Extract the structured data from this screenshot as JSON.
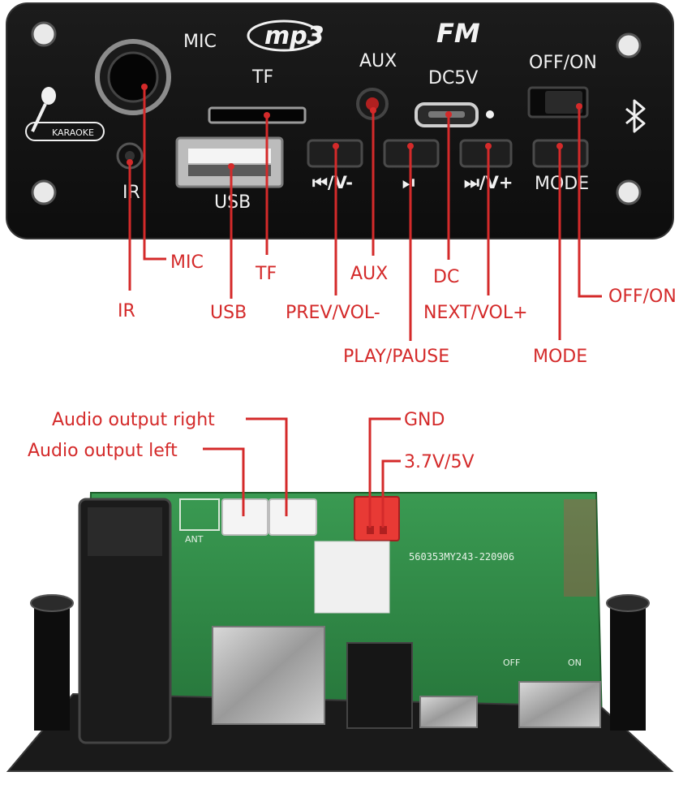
{
  "panel": {
    "mic_top": "MIC",
    "mp3_logo": "mp3",
    "tf_top": "TF",
    "fm_logo": "FM",
    "aux_top": "AUX",
    "dc5v": "DC5V",
    "off_on_top": "OFF/ON",
    "karaoke_badge": "KARAOKE",
    "ir_top": "IR",
    "usb_top": "USB",
    "prev_btn_label": "⏮/V-",
    "play_btn_label": "⏯",
    "next_btn_label": "⏭/V+",
    "mode_top": "MODE"
  },
  "callouts": {
    "mic": "MIC",
    "ir": "IR",
    "usb": "USB",
    "tf": "TF",
    "prev": "PREV/VOL-",
    "aux": "AUX",
    "play": "PLAY/PAUSE",
    "dc": "DC",
    "next": "NEXT/VOL+",
    "mode": "MODE",
    "offon": "OFF/ON"
  },
  "board_callouts": {
    "audio_right": "Audio output right",
    "audio_left": "Audio output left",
    "gnd": "GND",
    "power": "3.7V/5V"
  },
  "board": {
    "pcb_code": "560353MY243-220906",
    "ant_mark": "ANT",
    "off_mark": "OFF",
    "on_mark": "ON"
  },
  "colors": {
    "panel": "#141414",
    "callout": "#d42a2a",
    "pcb": "#2f8a45",
    "connector_red": "#e83a35"
  }
}
